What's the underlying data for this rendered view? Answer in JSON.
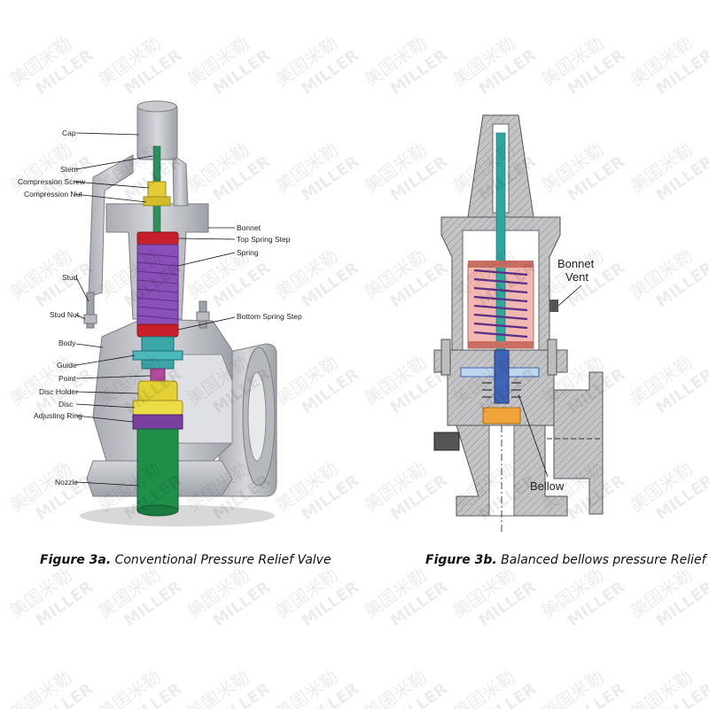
{
  "figure_a": {
    "labels": {
      "cap": "Cap",
      "stem": "Stem",
      "compression_screw": "Compression Screw",
      "compression_nut": "Compression Nut",
      "bonnet": "Bonnet",
      "top_spring_step": "Top Spring Step",
      "spring": "Spring",
      "stud": "Stud",
      "stud_nut": "Stud Nut",
      "bottom_spring_step": "Bottom Spring Step",
      "body": "Body",
      "guide": "Guide",
      "point": "Point",
      "disc_holder": "Disc Holder",
      "disc": "Disc",
      "adjusting_ring": "Adjusting Ring",
      "nozzle": "Nozzle"
    },
    "caption_bold": "Figure 3a.",
    "caption_text": "Conventional Pressure Relief Valve"
  },
  "figure_b": {
    "bonnet_vent_line1": "Bonnet",
    "bonnet_vent_line2": "Vent",
    "bellow": "Bellow",
    "caption_bold": "Figure 3b.",
    "caption_text": "Balanced bellows pressure Relief"
  },
  "watermark": {
    "line1": "美国米勒",
    "line2": "MILLER"
  },
  "colors": {
    "body_grey": "#c9cbcf",
    "spring_purple": "#8a4fb8",
    "spring_step_red": "#c8202a",
    "guide_teal": "#3aa6a8",
    "disc_yellow": "#e2d035",
    "nozzle_green": "#1f8f4a",
    "bellows_blue": "#3f64b5",
    "pink_bonnet": "#f1b7b0",
    "orange_disc": "#f0a43a"
  }
}
